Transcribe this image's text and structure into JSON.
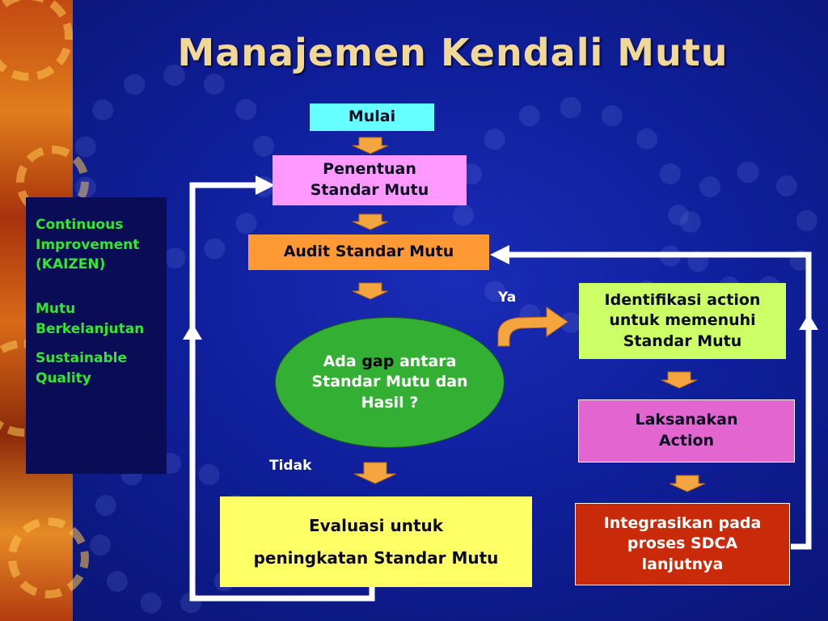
{
  "title": "Manajemen Kendali Mutu",
  "side_panel": {
    "line1": "Continuous",
    "line2": "Improvement",
    "line3": "(KAIZEN)",
    "line4": "Mutu",
    "line5": "Berkelanjutan",
    "line6": "Sustainable",
    "line7": "Quality"
  },
  "nodes": {
    "mulai": "Mulai",
    "penentuan_line1": "Penentuan",
    "penentuan_line2": "Standar Mutu",
    "audit": "Audit Standar Mutu",
    "gap_pre": "Ada ",
    "gap_word": "gap",
    "gap_post": " antara",
    "gap_line2": "Standar Mutu dan",
    "gap_line3": "Hasil ?",
    "identifikasi_line1": "Identifikasi action",
    "identifikasi_line2": "untuk memenuhi",
    "identifikasi_line3": "Standar Mutu",
    "laksanakan_line1": "Laksanakan",
    "laksanakan_line2": "Action",
    "integrasikan_line1": "Integrasikan pada",
    "integrasikan_line2": "proses SDCA",
    "integrasikan_line3": "lanjutnya",
    "evaluasi_line1": "Evaluasi untuk",
    "evaluasi_line2": "peningkatan Standar Mutu"
  },
  "labels": {
    "ya": "Ya",
    "tidak": "Tidak"
  },
  "colors": {
    "mulai": "#66ffff",
    "penentuan": "#ff99ff",
    "audit": "#ff9933",
    "gap": "#33b033",
    "identifikasi": "#ccff66",
    "laksanakan": "#e366d0",
    "integrasikan": "#c82a0a",
    "evaluasi": "#ffff66",
    "side_text": "#33e633",
    "title": "#f2d896",
    "arrow": "#f5a540"
  }
}
